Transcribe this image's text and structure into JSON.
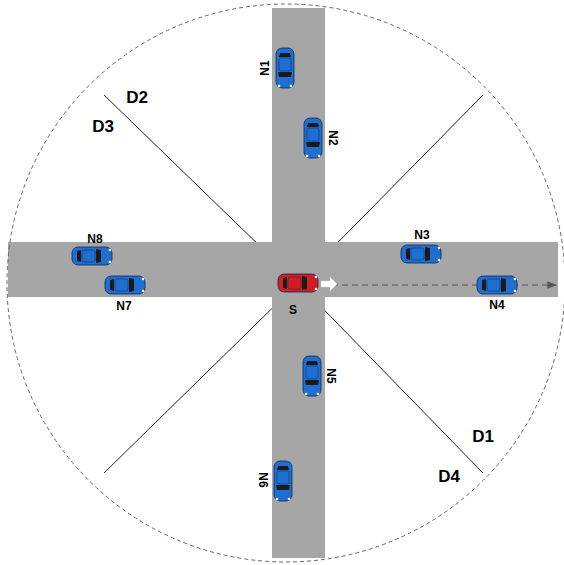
{
  "diagram": {
    "labels": [
      "N1",
      "N2",
      "N3",
      "N4",
      "N5",
      "N6",
      "N7",
      "N8",
      "S",
      "D1",
      "D2",
      "D3",
      "D4"
    ]
  }
}
